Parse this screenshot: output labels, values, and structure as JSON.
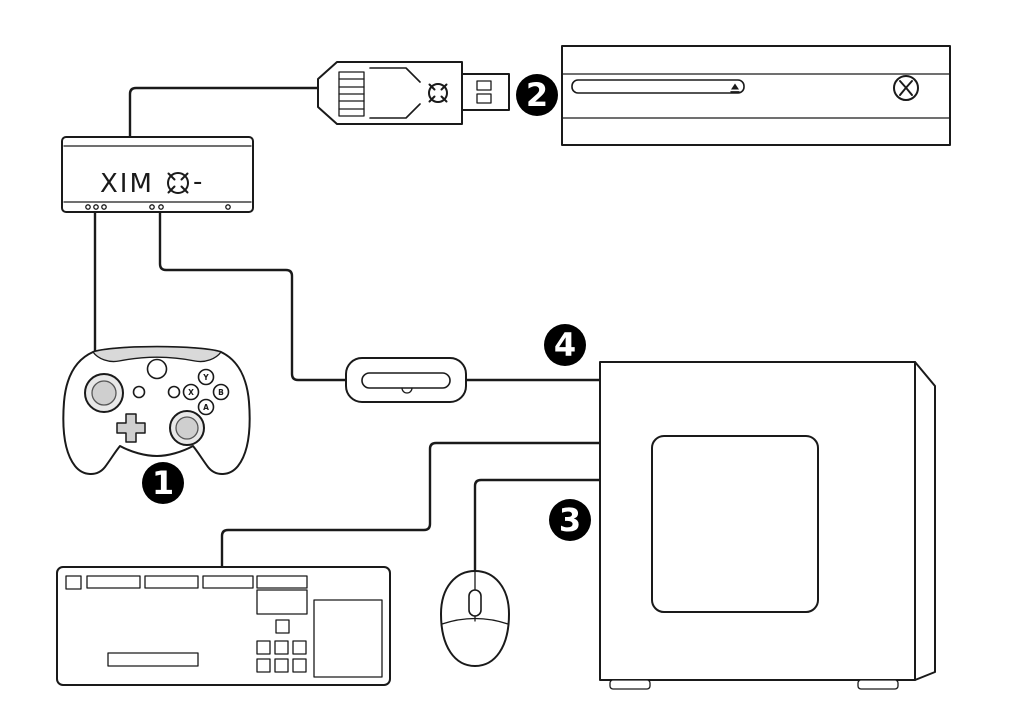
{
  "diagram": {
    "brand": "XIM",
    "brand_suffix": "-",
    "steps": [
      {
        "num": "1"
      },
      {
        "num": "2"
      },
      {
        "num": "3"
      },
      {
        "num": "4"
      }
    ],
    "controller_buttons": {
      "y": "Y",
      "x": "X",
      "b": "B",
      "a": "A"
    },
    "icons": {
      "crosshair": "target-crosshair",
      "xbox_logo": "xbox-sphere",
      "eject": "eject-triangle"
    },
    "colors": {
      "line": "#1a1a1a",
      "accent_gray": "#d9d9d9",
      "badge_bg": "#000000",
      "badge_fg": "#ffffff"
    }
  }
}
